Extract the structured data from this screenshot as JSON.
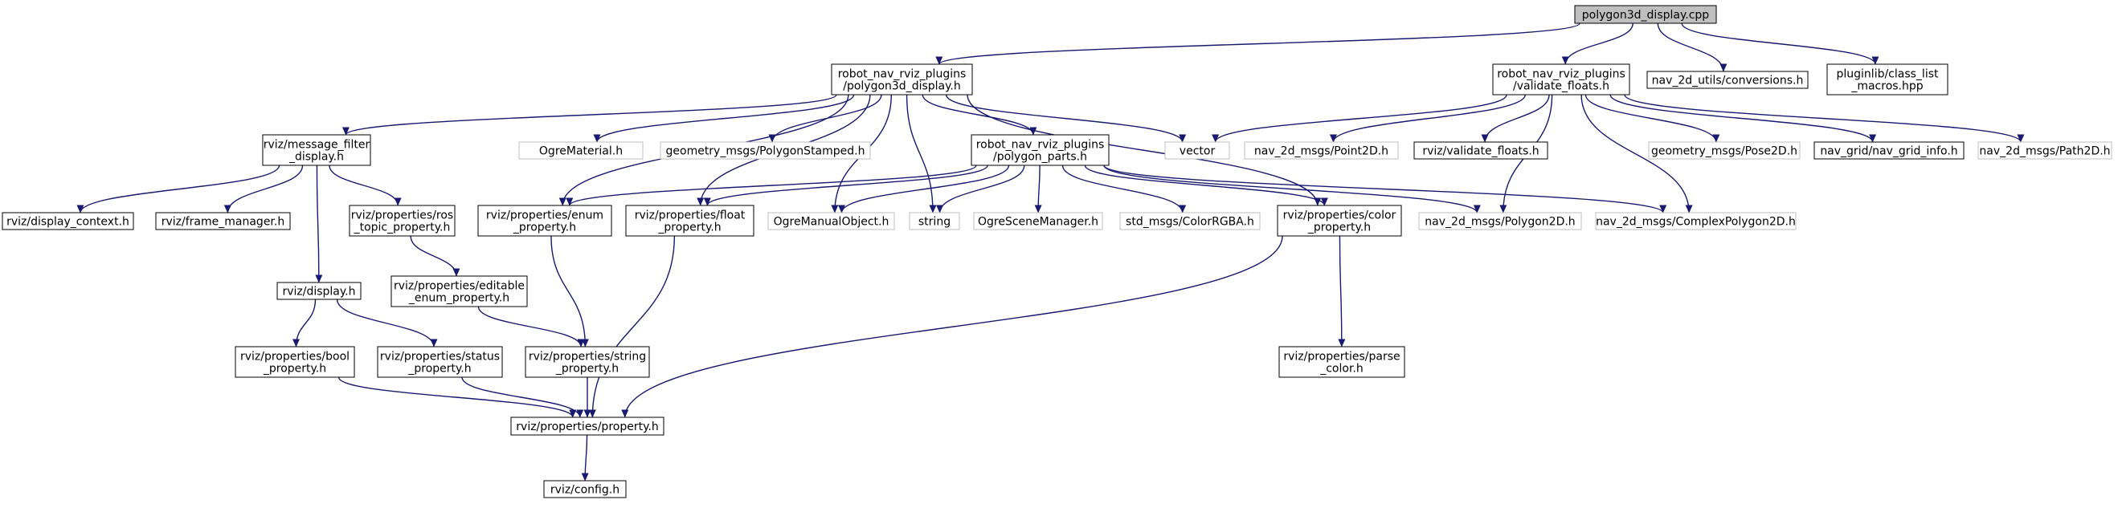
{
  "colors": {
    "edge": "#191970",
    "border_dark": "#000000",
    "border_light": "#bfbfbf",
    "root_fill": "#bfbfbf",
    "node_fill": "#ffffff"
  },
  "nodes": {
    "n0": {
      "lines": [
        "polygon3d_display.cpp"
      ],
      "style": "root"
    },
    "n1": {
      "lines": [
        "robot_nav_rviz_plugins",
        "/polygon3d_display.h"
      ],
      "style": "box"
    },
    "n2": {
      "lines": [
        "robot_nav_rviz_plugins",
        "/validate_floats.h"
      ],
      "style": "box"
    },
    "n3": {
      "lines": [
        "nav_2d_utils/conversions.h"
      ],
      "style": "box"
    },
    "n4": {
      "lines": [
        "pluginlib/class_list",
        "_macros.hpp"
      ],
      "style": "box"
    },
    "n5": {
      "lines": [
        "rviz/message_filter",
        "_display.h"
      ],
      "style": "box"
    },
    "n6": {
      "lines": [
        "OgreMaterial.h"
      ],
      "style": "plain"
    },
    "n7": {
      "lines": [
        "geometry_msgs/PolygonStamped.h"
      ],
      "style": "plain"
    },
    "n8": {
      "lines": [
        "robot_nav_rviz_plugins",
        "/polygon_parts.h"
      ],
      "style": "box"
    },
    "n9": {
      "lines": [
        "vector"
      ],
      "style": "plain"
    },
    "n10": {
      "lines": [
        "nav_2d_msgs/Point2D.h"
      ],
      "style": "plain"
    },
    "n11": {
      "lines": [
        "rviz/validate_floats.h"
      ],
      "style": "box"
    },
    "n12": {
      "lines": [
        "geometry_msgs/Pose2D.h"
      ],
      "style": "plain"
    },
    "n13": {
      "lines": [
        "nav_grid/nav_grid_info.h"
      ],
      "style": "box"
    },
    "n14": {
      "lines": [
        "nav_2d_msgs/Path2D.h"
      ],
      "style": "plain"
    },
    "n15": {
      "lines": [
        "rviz/display_context.h"
      ],
      "style": "box"
    },
    "n16": {
      "lines": [
        "rviz/frame_manager.h"
      ],
      "style": "box"
    },
    "n17": {
      "lines": [
        "rviz/properties/ros",
        "_topic_property.h"
      ],
      "style": "box"
    },
    "n18": {
      "lines": [
        "rviz/properties/enum",
        "_property.h"
      ],
      "style": "box"
    },
    "n19": {
      "lines": [
        "rviz/properties/float",
        "_property.h"
      ],
      "style": "box"
    },
    "n20": {
      "lines": [
        "OgreManualObject.h"
      ],
      "style": "plain"
    },
    "n21": {
      "lines": [
        "string"
      ],
      "style": "plain"
    },
    "n22": {
      "lines": [
        "OgreSceneManager.h"
      ],
      "style": "plain"
    },
    "n23": {
      "lines": [
        "std_msgs/ColorRGBA.h"
      ],
      "style": "plain"
    },
    "n24": {
      "lines": [
        "rviz/properties/color",
        "_property.h"
      ],
      "style": "box"
    },
    "n25": {
      "lines": [
        "nav_2d_msgs/Polygon2D.h"
      ],
      "style": "plain"
    },
    "n26": {
      "lines": [
        "nav_2d_msgs/ComplexPolygon2D.h"
      ],
      "style": "plain"
    },
    "n27": {
      "lines": [
        "rviz/display.h"
      ],
      "style": "box"
    },
    "n28": {
      "lines": [
        "rviz/properties/editable",
        "_enum_property.h"
      ],
      "style": "box"
    },
    "n29": {
      "lines": [
        "rviz/properties/parse",
        "_color.h"
      ],
      "style": "box"
    },
    "n30": {
      "lines": [
        "rviz/properties/bool",
        "_property.h"
      ],
      "style": "box"
    },
    "n31": {
      "lines": [
        "rviz/properties/status",
        "_property.h"
      ],
      "style": "box"
    },
    "n32": {
      "lines": [
        "rviz/properties/string",
        "_property.h"
      ],
      "style": "box"
    },
    "n33": {
      "lines": [
        "rviz/properties/property.h"
      ],
      "style": "box"
    },
    "n34": {
      "lines": [
        "rviz/config.h"
      ],
      "style": "box"
    }
  },
  "edges": [
    [
      "n0",
      "n1"
    ],
    [
      "n0",
      "n2"
    ],
    [
      "n0",
      "n3"
    ],
    [
      "n0",
      "n4"
    ],
    [
      "n1",
      "n5"
    ],
    [
      "n1",
      "n18"
    ],
    [
      "n1",
      "n19"
    ],
    [
      "n1",
      "n6"
    ],
    [
      "n1",
      "n20"
    ],
    [
      "n1",
      "n7"
    ],
    [
      "n1",
      "n8"
    ],
    [
      "n1",
      "n21"
    ],
    [
      "n1",
      "n9"
    ],
    [
      "n1",
      "n24"
    ],
    [
      "n2",
      "n9"
    ],
    [
      "n2",
      "n10"
    ],
    [
      "n2",
      "n11"
    ],
    [
      "n2",
      "n25"
    ],
    [
      "n2",
      "n26"
    ],
    [
      "n2",
      "n12"
    ],
    [
      "n2",
      "n13"
    ],
    [
      "n2",
      "n14"
    ],
    [
      "n5",
      "n15"
    ],
    [
      "n5",
      "n16"
    ],
    [
      "n5",
      "n17"
    ],
    [
      "n5",
      "n27"
    ],
    [
      "n8",
      "n18"
    ],
    [
      "n8",
      "n19"
    ],
    [
      "n8",
      "n20"
    ],
    [
      "n8",
      "n21"
    ],
    [
      "n8",
      "n22"
    ],
    [
      "n8",
      "n23"
    ],
    [
      "n8",
      "n24"
    ],
    [
      "n8",
      "n25"
    ],
    [
      "n8",
      "n26"
    ],
    [
      "n17",
      "n28"
    ],
    [
      "n18",
      "n32"
    ],
    [
      "n19",
      "n33"
    ],
    [
      "n24",
      "n29"
    ],
    [
      "n24",
      "n33"
    ],
    [
      "n27",
      "n30"
    ],
    [
      "n27",
      "n31"
    ],
    [
      "n28",
      "n32"
    ],
    [
      "n30",
      "n33"
    ],
    [
      "n31",
      "n33"
    ],
    [
      "n32",
      "n33"
    ],
    [
      "n33",
      "n34"
    ]
  ]
}
